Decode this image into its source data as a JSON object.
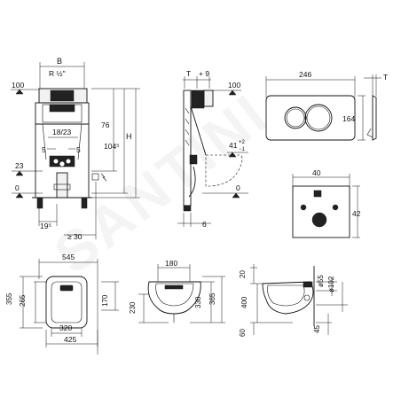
{
  "watermark": "SANTINI",
  "frame_front": {
    "labels": {
      "width_b": "B",
      "conn": "R ½\"",
      "top_offset": "100",
      "depth_76": "76",
      "depth_104": "104⁵",
      "height_h": "H",
      "pipe": "18/23",
      "side_left": "5",
      "side_right": "5",
      "side_23": "23",
      "zero": "0",
      "bottom_195": "19⁵",
      "bottom_ge30": "≥ 30"
    }
  },
  "frame_side": {
    "labels": {
      "t": "T",
      "plus9": "+ 9",
      "top_100": "100",
      "height_41": "41",
      "tol_plus": "+2",
      "tol_minus": "−1",
      "zero": "0",
      "six": "6"
    }
  },
  "plate_front": {
    "labels": {
      "width": "246",
      "height": "164",
      "t": "T"
    }
  },
  "plate_small": {
    "labels": {
      "width": "40",
      "height": "42"
    }
  },
  "bowl_top": {
    "labels": {
      "w545": "545",
      "h355": "355",
      "h265": "265",
      "w320": "320",
      "w425": "425",
      "h170": "170"
    }
  },
  "bowl_front": {
    "labels": {
      "w180": "180",
      "h230": "230",
      "h330": "330",
      "h365": "365"
    }
  },
  "bowl_side": {
    "labels": {
      "h20": "20",
      "d55": "ø55",
      "d102": "ø102",
      "h400": "400",
      "h60": "60",
      "h45": "45"
    }
  }
}
